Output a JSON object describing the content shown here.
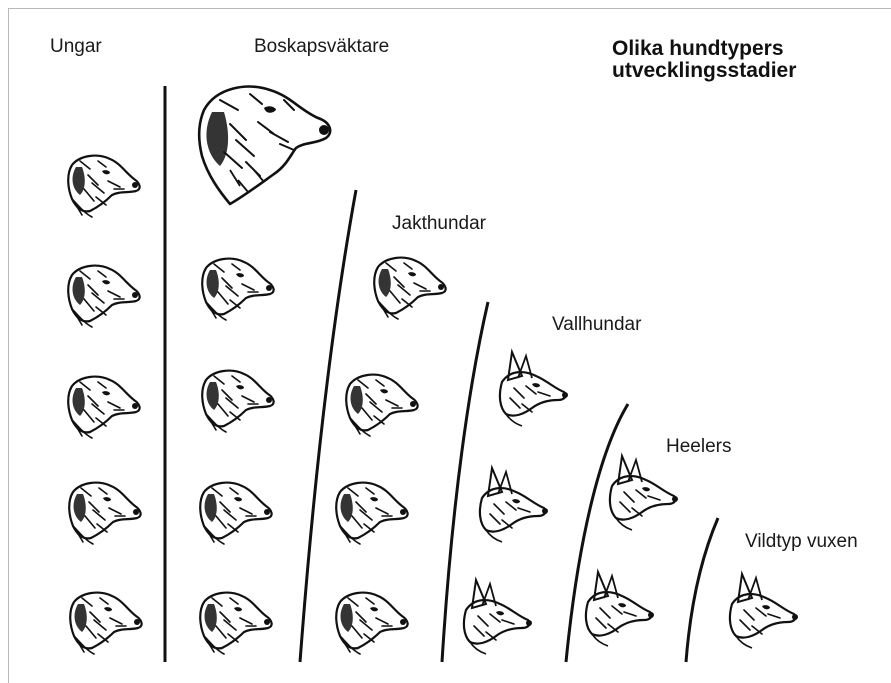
{
  "title": {
    "line1": "Olika hundtypers",
    "line2": "utvecklingsstadier"
  },
  "columns": [
    {
      "label": "Ungar"
    },
    {
      "label": "Boskapsväktare"
    },
    {
      "label": "Jakthundar"
    },
    {
      "label": "Vallhundar"
    },
    {
      "label": "Heelers"
    },
    {
      "label": "Vildtyp vuxen"
    }
  ],
  "colors": {
    "ink": "#111111",
    "background": "#ffffff",
    "frame": "#b9b9b9"
  },
  "icons": [
    "puppy-head-sketch",
    "guardian-dog-head-sketch",
    "hunting-dog-head-sketch",
    "herding-dog-head-sketch",
    "heeler-head-sketch",
    "wild-type-head-sketch"
  ]
}
